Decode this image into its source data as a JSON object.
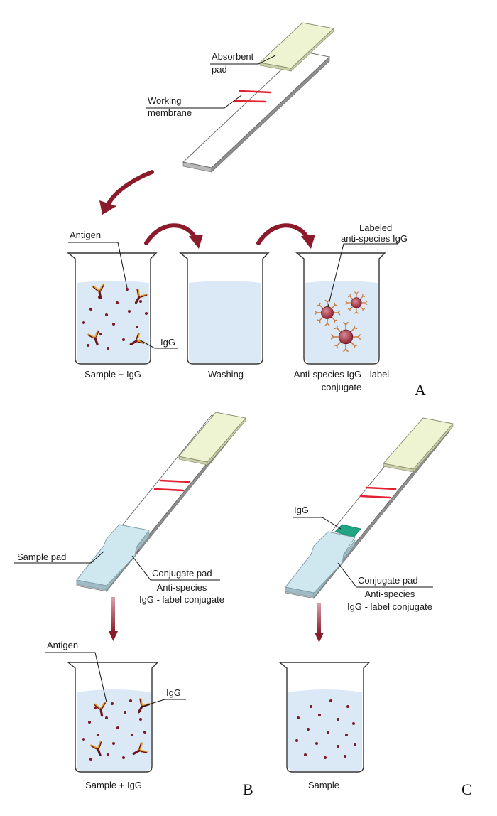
{
  "labels": {
    "absorbent_pad_line1": "Absorbent",
    "absorbent_pad_line2": "pad",
    "working_membrane_line1": "Working",
    "working_membrane_line2": "membrane",
    "antigen_a": "Antigen",
    "igg_a": "IgG",
    "labeled_line1": "Labeled",
    "labeled_line2": "anti-species IgG",
    "sample_pad": "Sample pad",
    "conjugate_pad_b": "Conjugate pad",
    "conjugate_desc_b_line1": "Anti-species",
    "conjugate_desc_b_line2": "IgG - label conjugate",
    "igg_c": "IgG",
    "conjugate_pad_c": "Conjugate pad",
    "conjugate_desc_c_line1": "Anti-species",
    "conjugate_desc_c_line2": "IgG - label conjugate",
    "antigen_b": "Antigen",
    "igg_b": "IgG"
  },
  "captions": {
    "beaker1": "Sample + IgG",
    "beaker2": "Washing",
    "beaker3_line1": "Anti-species IgG - label",
    "beaker3_line2": "conjugate",
    "beaker_b": "Sample + IgG",
    "beaker_c": "Sample"
  },
  "panels": {
    "a": "A",
    "b": "B",
    "c": "C"
  },
  "colors": {
    "arrow": "#8b1a2b",
    "test_line": "#e3202f",
    "liquid": "#dbe8f6",
    "absorbent_pad": "#eef3d2",
    "sample_pad": "#cfe7ee",
    "igg_zone": "#1fa582"
  }
}
